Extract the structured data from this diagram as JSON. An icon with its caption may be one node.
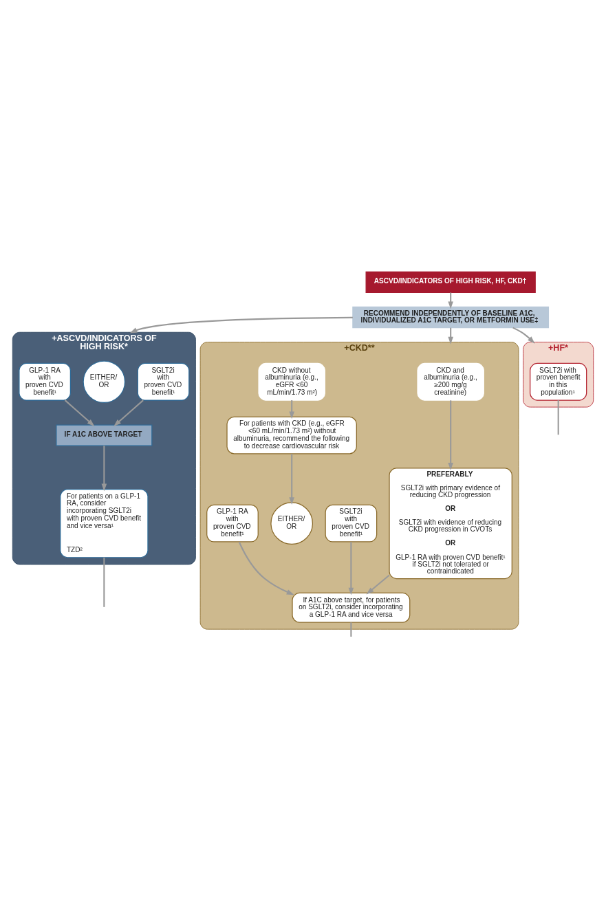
{
  "diagram": {
    "nodes": [
      {
        "text": [
          "ASCVD/INDICATORS OF HIGH RISK, HF, CKD†"
        ]
      },
      {
        "text": [
          "RECOMMEND INDEPENDENTLY OF BASELINE A1C, INDIVIDUALIZED A1C TARGET, OR METFORMIN USE‡"
        ]
      },
      {
        "text": [
          "+ASCVD/INDICATORS OF HIGH RISK*"
        ]
      },
      {
        "text": [
          "EITHER/ OR"
        ],
        "in": 2
      },
      {
        "text": [
          "GLP-1 RA with proven CVD benefit¹"
        ],
        "in": 2
      },
      {
        "text": [
          "SGLT2i with proven CVD benefit¹"
        ],
        "in": 2
      },
      {
        "text": [
          "IF A1C ABOVE TARGET"
        ],
        "in": 2
      },
      {
        "text": [
          "For patients on a GLP-1 RA, consider incorporating SGLT2i with proven CVD benefit and vice versa¹",
          "TZD²"
        ],
        "in": 2
      },
      {
        "text": [
          "+HF*"
        ]
      },
      {
        "text": [
          "SGLT2i with proven benefit in this population¹"
        ],
        "in": 8
      },
      {
        "text": [
          "+CKD**"
        ]
      },
      {
        "text": [
          "CKD and albuminuria (e.g., ≥200 mg/g creatinine)"
        ],
        "in": 10
      },
      {
        "text": [
          "CKD without albuminuria (e.g., eGFR <60 mL/min/1.73 m²)"
        ],
        "in": 10
      },
      {
        "text": [
          "PREFERABLY",
          "SGLT2i with primary evidence of reducing CKD progression",
          "OR",
          "SGLT2i with evidence of reducing CKD progression in CVOTs",
          "OR",
          "GLP-1 RA with proven CVD benefit¹ if SGLT2i not tolerated or contraindicated"
        ],
        "in": 10
      },
      {
        "text": [
          "For patients with CKD (e.g., eGFR <60 mL/min/1.73 m²) without albuminuria, recommend the following to decrease cardiovascular risk"
        ],
        "in": 10
      },
      {
        "text": [
          "EITHER/ OR"
        ],
        "in": 10
      },
      {
        "text": [
          "GLP-1 RA with proven CVD benefit¹"
        ],
        "in": 10
      },
      {
        "text": [
          "SGLT2i with proven CVD benefit¹"
        ],
        "in": 10
      },
      {
        "text": [
          "If A1C above target, for patients on SGLT2i, consider incorporating a GLP-1 RA and vice versa"
        ],
        "in": 10
      }
    ],
    "edges": [
      {
        "from": 0,
        "to": 1,
        "arrow": "to"
      },
      {
        "from": 1,
        "to": 2,
        "arrow": "to"
      },
      {
        "from": 1,
        "to": 8,
        "arrow": "to"
      },
      {
        "from": 1,
        "to": 10,
        "arrow": "to"
      },
      {
        "from": 4,
        "to": 6,
        "arrow": "to"
      },
      {
        "from": 5,
        "to": 6,
        "arrow": "to"
      },
      {
        "from": 6,
        "to": 7,
        "arrow": "to"
      },
      {
        "from": 7,
        "to": null,
        "arrow": "none"
      },
      {
        "from": 9,
        "to": null,
        "arrow": "none"
      },
      {
        "from": 11,
        "to": 13,
        "arrow": "to"
      },
      {
        "from": 12,
        "to": 14,
        "arrow": "to"
      },
      {
        "from": 13,
        "to": 18,
        "arrow": "to"
      },
      {
        "from": 14,
        "to": 15,
        "arrow": "to"
      },
      {
        "from": 16,
        "to": 18,
        "arrow": "to"
      },
      {
        "from": 17,
        "to": 18,
        "arrow": "to"
      },
      {
        "from": 18,
        "to": null,
        "arrow": "none"
      }
    ]
  }
}
